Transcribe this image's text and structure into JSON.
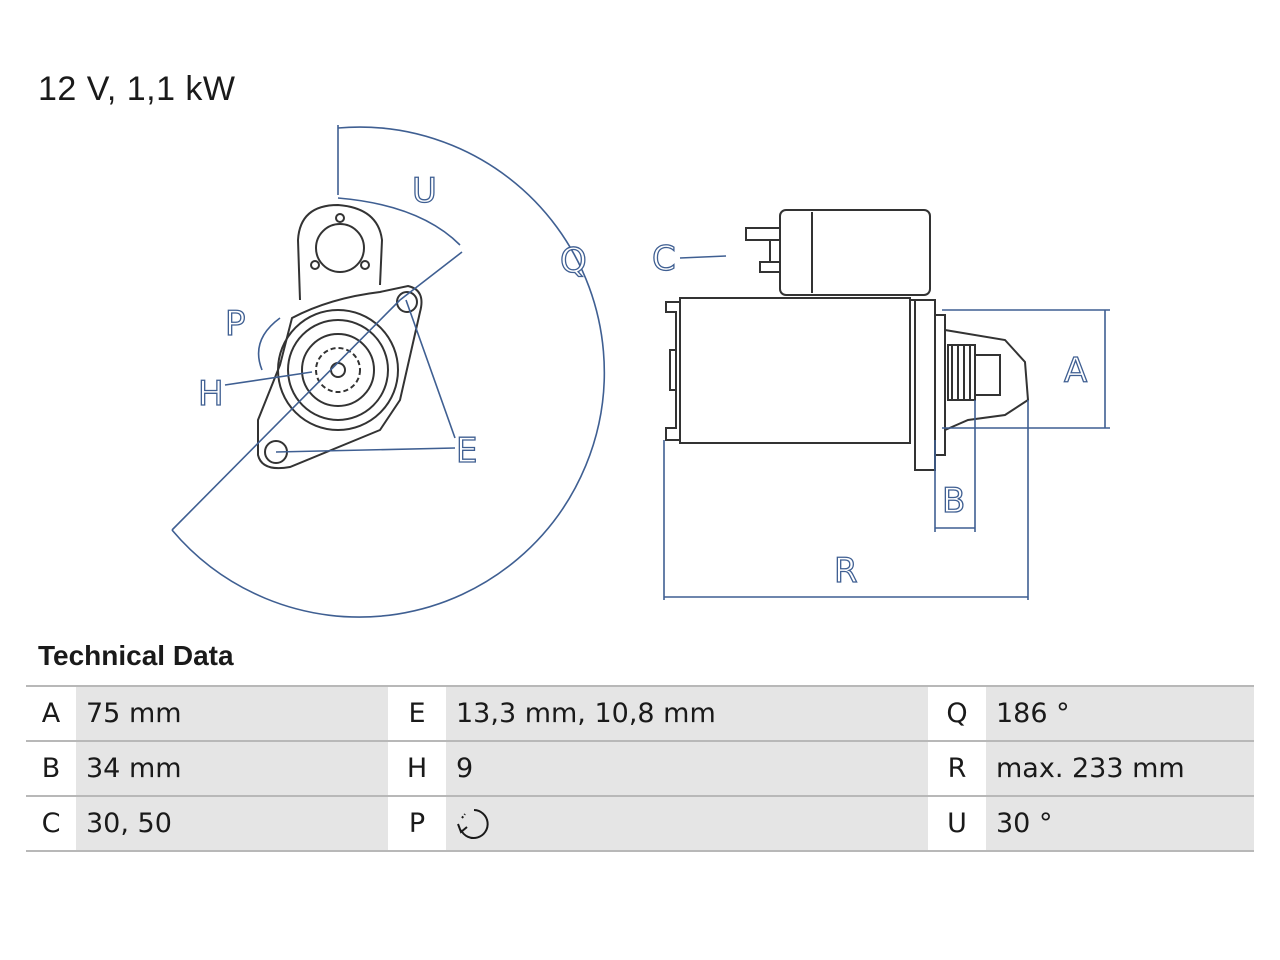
{
  "spec_title": "12 V, 1,1 kW",
  "diagram": {
    "labels": {
      "U": "U",
      "Q": "Q",
      "P": "P",
      "H": "H",
      "E": "E",
      "C": "C",
      "A": "A",
      "B": "B",
      "R": "R"
    }
  },
  "section_heading": "Technical Data",
  "table": {
    "rows": [
      [
        {
          "key": "A",
          "value": "75 mm"
        },
        {
          "key": "E",
          "value": "13,3 mm, 10,8 mm"
        },
        {
          "key": "Q",
          "value": "186 °"
        }
      ],
      [
        {
          "key": "B",
          "value": "34 mm"
        },
        {
          "key": "H",
          "value": "9"
        },
        {
          "key": "R",
          "value": "max. 233 mm"
        }
      ],
      [
        {
          "key": "C",
          "value": "30, 50"
        },
        {
          "key": "P",
          "value": "",
          "icon": "rotation-direction-icon"
        },
        {
          "key": "U",
          "value": "30 °"
        }
      ]
    ]
  },
  "colors": {
    "dimension_line": "#3f5f92",
    "value_cell": "#e5e5e5",
    "table_border": "#b8b8b8"
  }
}
